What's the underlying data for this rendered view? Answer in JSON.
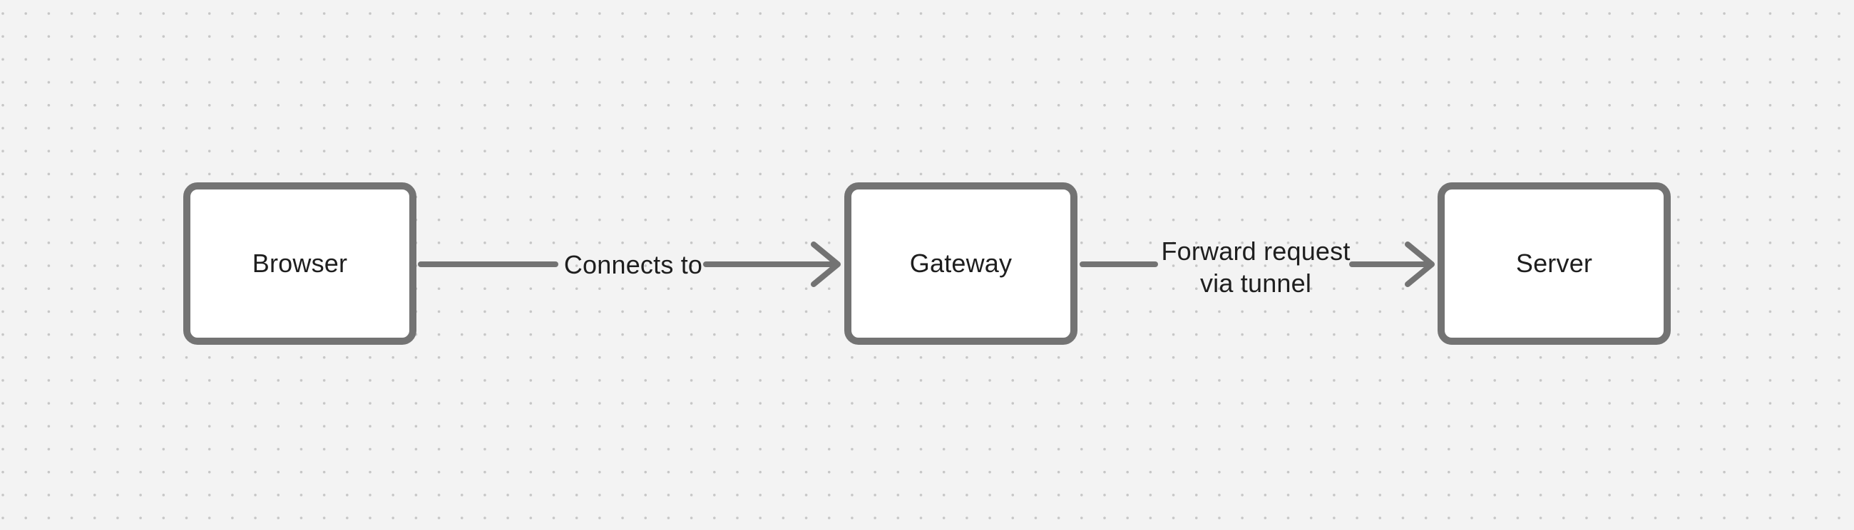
{
  "canvas": {
    "background": "#f3f3f3",
    "dot_color": "#c6c6c6",
    "stroke_color": "#737373",
    "text_color": "#1e1e1e",
    "node_fill": "#ffffff"
  },
  "diagram": {
    "nodes": [
      {
        "id": "browser",
        "label": "Browser"
      },
      {
        "id": "gateway",
        "label": "Gateway"
      },
      {
        "id": "server",
        "label": "Server"
      }
    ],
    "connectors": [
      {
        "from": "browser",
        "to": "gateway",
        "label": "Connects to"
      },
      {
        "from": "gateway",
        "to": "server",
        "label": "Forward request via tunnel",
        "label_lines": [
          "Forward request",
          "via tunnel"
        ]
      }
    ]
  }
}
